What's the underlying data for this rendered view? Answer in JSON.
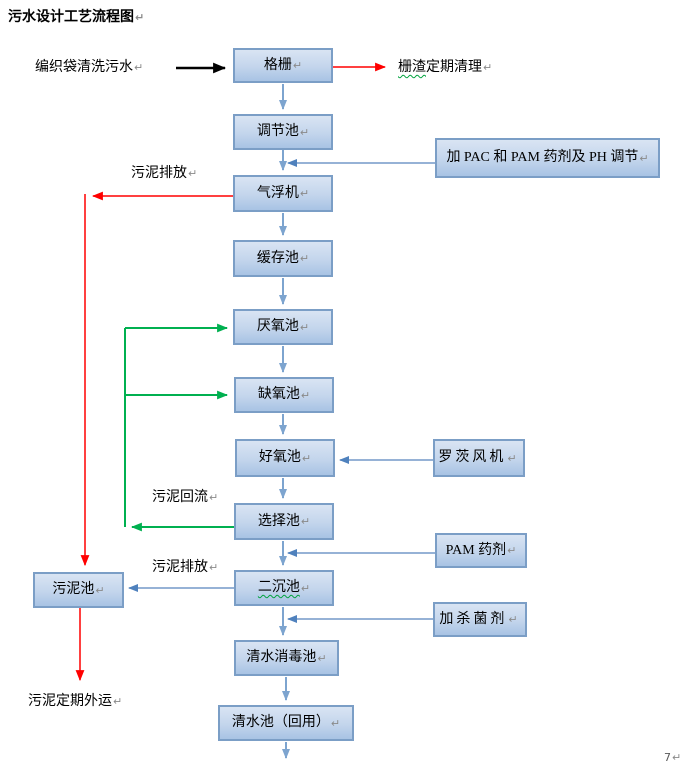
{
  "title": "污水设计工艺流程图",
  "marks": {
    "return": "↵"
  },
  "page_number": "7",
  "colors": {
    "box_fill_top": "#d9e4f3",
    "box_fill_bottom": "#a8c3e4",
    "box_border": "#7b9ec6",
    "connector_blue": "#7da4cf",
    "side_arrow_blue": "#4f81bd",
    "arrow_red": "#ff0000",
    "arrow_green": "#00b050",
    "arrow_black": "#000000"
  },
  "boxes": {
    "grille": "格栅",
    "regulating": "调节池",
    "flotation": "气浮机",
    "buffer": "缓存池",
    "anaerobic": "厌氧池",
    "anoxic": "缺氧池",
    "aerobic": "好氧池",
    "selection": "选择池",
    "secondary_sedimentation": "二沉池",
    "disinfection": "清水消毒池",
    "clean_water_reuse": "清水池（回用）",
    "pac_pam_dosing": "加 PAC 和 PAM 药剂及 PH 调节",
    "roots_blower": "罗茨风机",
    "pam_agent": "PAM 药剂",
    "bactericide": "加杀菌剂",
    "sludge_tank": "污泥池"
  },
  "labels": {
    "influent": "编织袋清洗污水",
    "grid_residue_part1": "栅渣",
    "grid_residue_part2": "定期清理",
    "sludge_discharge_top": "污泥排放",
    "sludge_return": "污泥回流",
    "sludge_discharge_bottom": "污泥排放",
    "sludge_removal": "污泥定期外运"
  }
}
